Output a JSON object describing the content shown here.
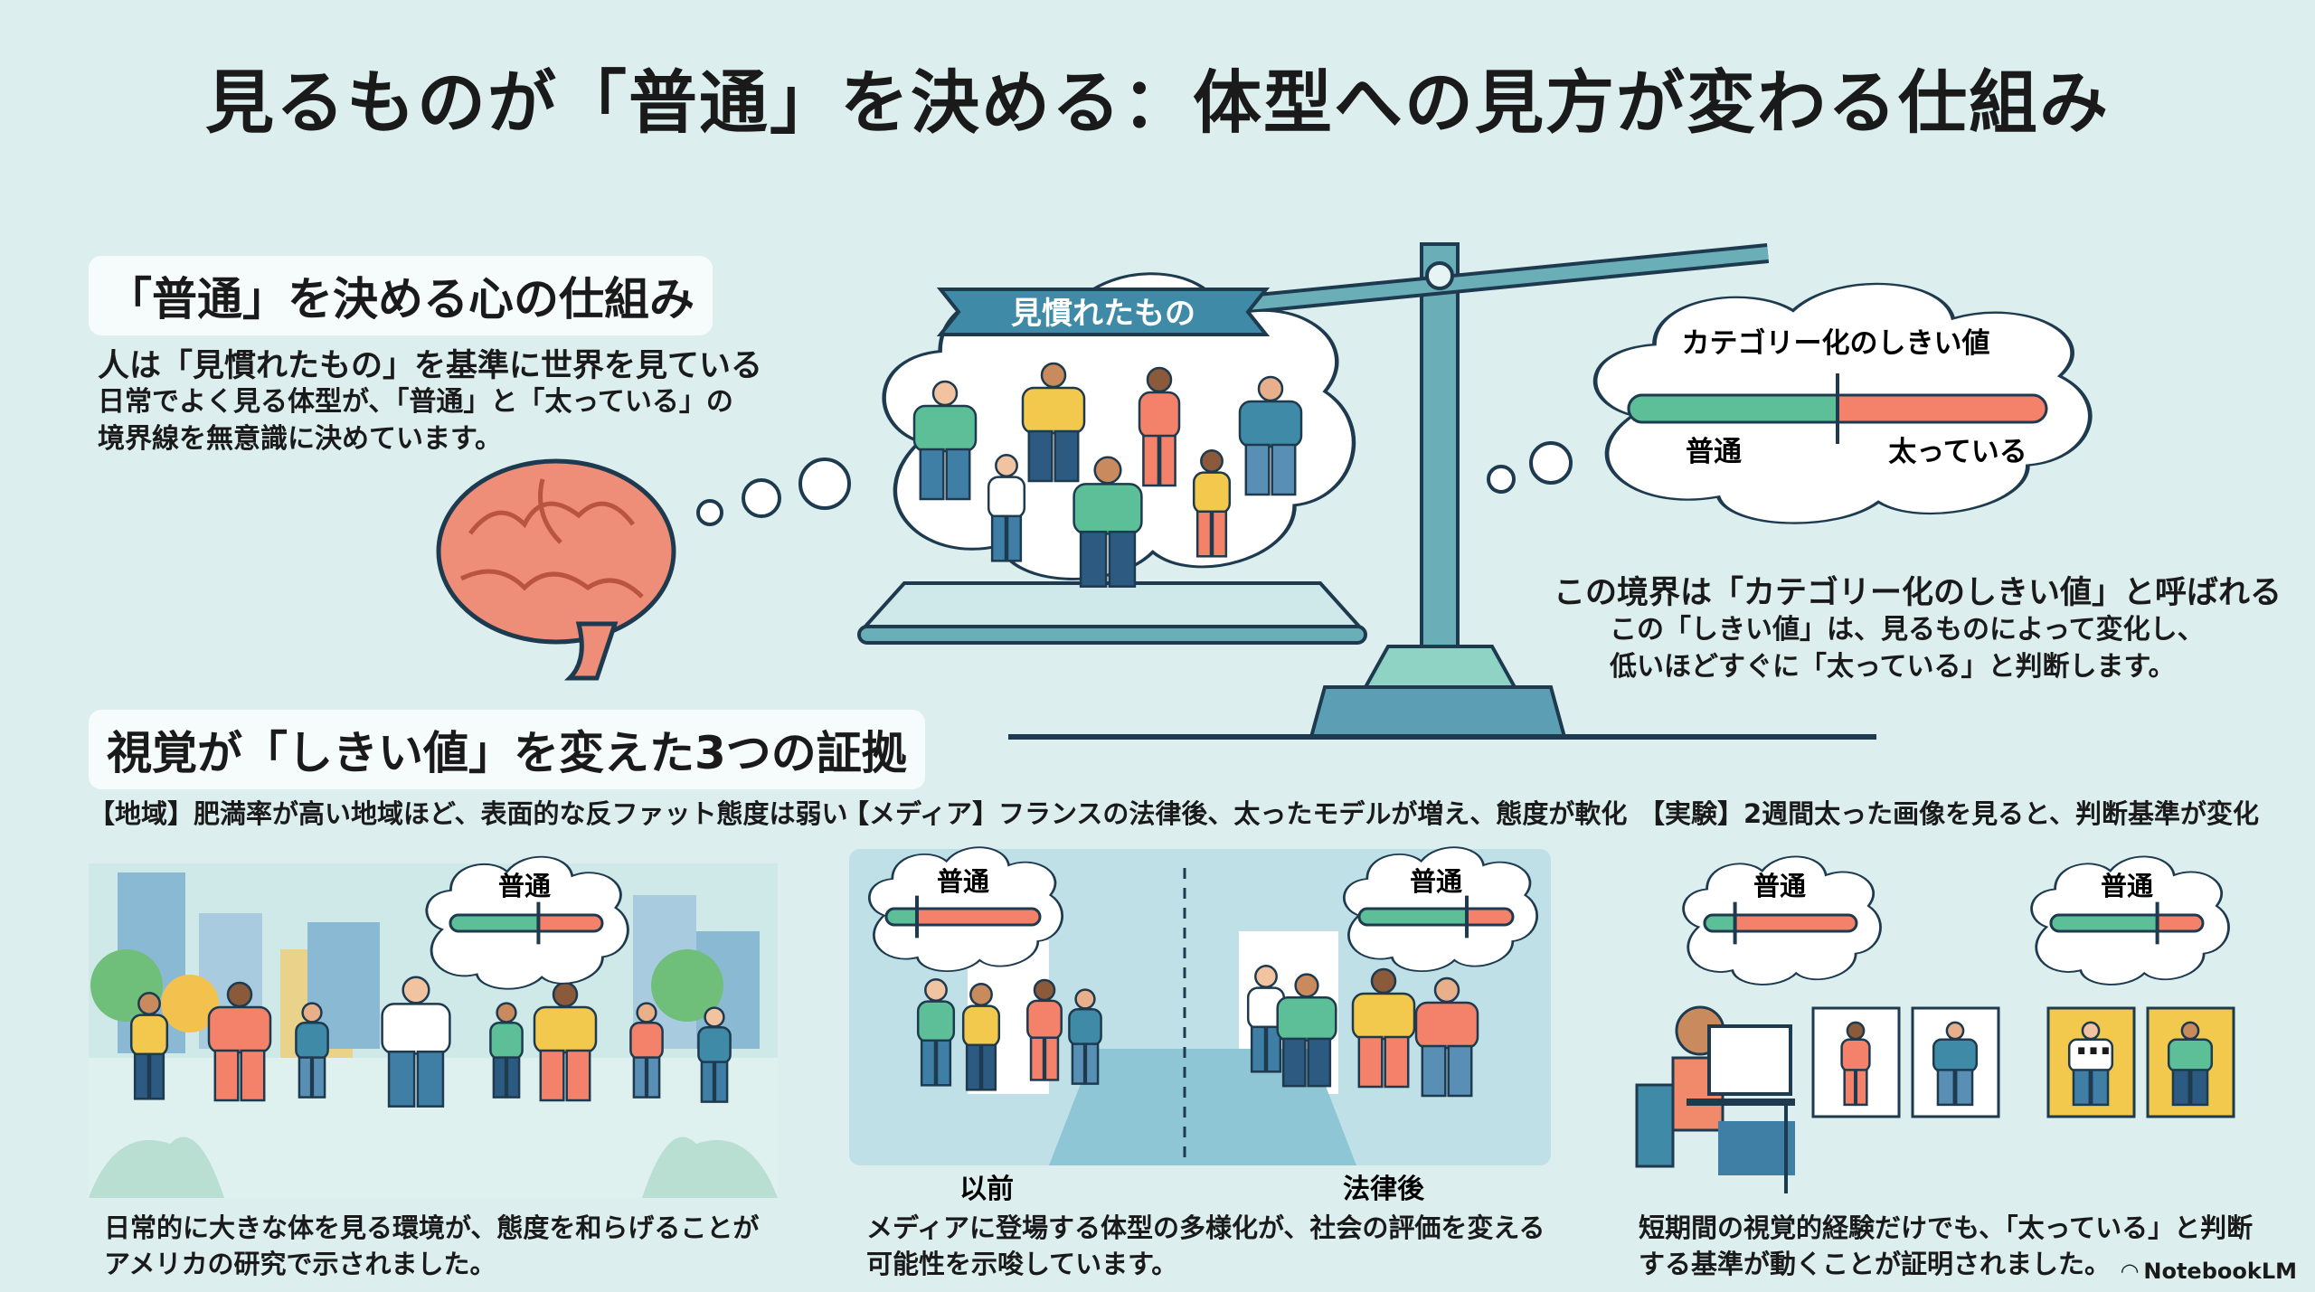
{
  "title": "見るものが「普通」を決める：体型への見方が変わる仕組み",
  "section1": {
    "heading": "「普通」を決める心の仕組み",
    "lead": "人は「見慣れたもの」を基準に世界を見ている",
    "body": [
      "日常でよく見る体型が、「普通」と「太っている」の",
      "境界線を無意識に決めています。"
    ]
  },
  "familiar_banner": "見慣れたもの",
  "threshold_cloud": {
    "title": "カテゴリー化のしきい値",
    "left_label": "普通",
    "right_label": "太っている",
    "threshold": 0.5
  },
  "threshold_text": {
    "lead": "この境界は「カテゴリー化のしきい値」と呼ばれる",
    "body": [
      "この「しきい値」は、見るものによって変化し、",
      "低いほどすぐに「太っている」と判断します。"
    ]
  },
  "section2": {
    "heading": "視覚が「しきい値」を変えた3つの証拠",
    "panels": [
      {
        "heading": "【地域】肥満率が高い地域ほど、表面的な反ファット態度は弱い",
        "cloud_label": "普通",
        "threshold": 0.58,
        "caption": [
          "日常的に大きな体を見る環境が、態度を和らげることが",
          "アメリカの研究で示されました。"
        ]
      },
      {
        "heading": "【メディア】フランスの法律後、太ったモデルが増え、態度が軟化",
        "before_label": "以前",
        "after_label": "法律後",
        "cloud_label_before": "普通",
        "cloud_label_after": "普通",
        "threshold_before": 0.2,
        "threshold_after": 0.7,
        "caption": [
          "メディアに登場する体型の多様化が、社会の評価を変える",
          "可能性を示唆しています。"
        ]
      },
      {
        "heading": "【実験】2週間太った画像を見ると、判断基準が変化",
        "cloud_label_before": "普通",
        "cloud_label_after": "普通",
        "threshold_before": 0.2,
        "threshold_after": 0.7,
        "ellipsis": "…",
        "caption": [
          "短期間の視覚的経験だけでも、「太っている」と判断",
          "する基準が動くことが証明されました。"
        ]
      }
    ]
  },
  "brand": "NotebookLM",
  "colors": {
    "background": "#dcefee",
    "normal": "#5cbf98",
    "fat": "#f4826a",
    "ink": "#1e3a4f",
    "scale": "#6aaeb8"
  }
}
